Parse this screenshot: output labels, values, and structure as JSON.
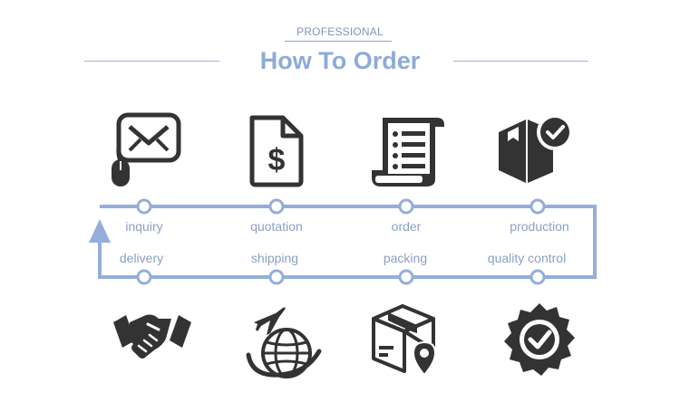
{
  "header": {
    "eyebrow": "PROFESSIONAL",
    "title": "How To Order"
  },
  "colors": {
    "accent": "#8eabd8",
    "line": "#93aedb",
    "icon": "#333333"
  },
  "top_steps": [
    {
      "label": "inquiry",
      "icon": "mail-mouse-icon"
    },
    {
      "label": "quotation",
      "icon": "dollar-document-icon"
    },
    {
      "label": "order",
      "icon": "receipt-scroll-icon"
    },
    {
      "label": "production",
      "icon": "box-check-icon"
    }
  ],
  "bottom_steps": [
    {
      "label": "delivery",
      "icon": "handshake-icon"
    },
    {
      "label": "shipping",
      "icon": "airplane-globe-icon"
    },
    {
      "label": "packing",
      "icon": "package-location-icon"
    },
    {
      "label": "quality control",
      "icon": "badge-check-icon"
    }
  ]
}
